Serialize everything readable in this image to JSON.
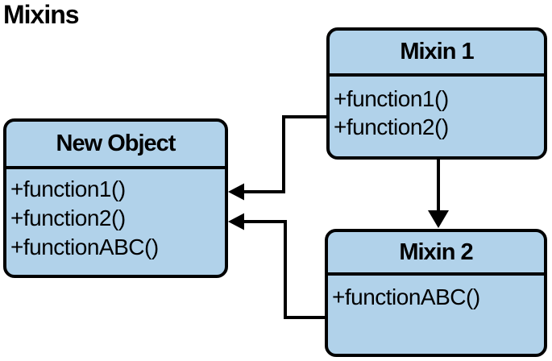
{
  "title": "Mixins",
  "colors": {
    "box_fill": "#b1d2ea",
    "line": "#000000",
    "text": "#000000",
    "background": "#ffffff"
  },
  "boxes": {
    "mixin1": {
      "title": "Mixin 1",
      "methods": [
        "+function1()",
        "+function2()"
      ]
    },
    "new_object": {
      "title": "New Object",
      "methods": [
        "+function1()",
        "+function2()",
        "+functionABC()"
      ]
    },
    "mixin2": {
      "title": "Mixin 2",
      "methods": [
        "+functionABC()"
      ]
    }
  },
  "relations": [
    {
      "from": "Mixin 1",
      "to": "New Object",
      "type": "arrow"
    },
    {
      "from": "Mixin 2",
      "to": "New Object",
      "type": "arrow"
    },
    {
      "from": "Mixin 1",
      "to": "Mixin 2",
      "type": "arrow"
    }
  ]
}
